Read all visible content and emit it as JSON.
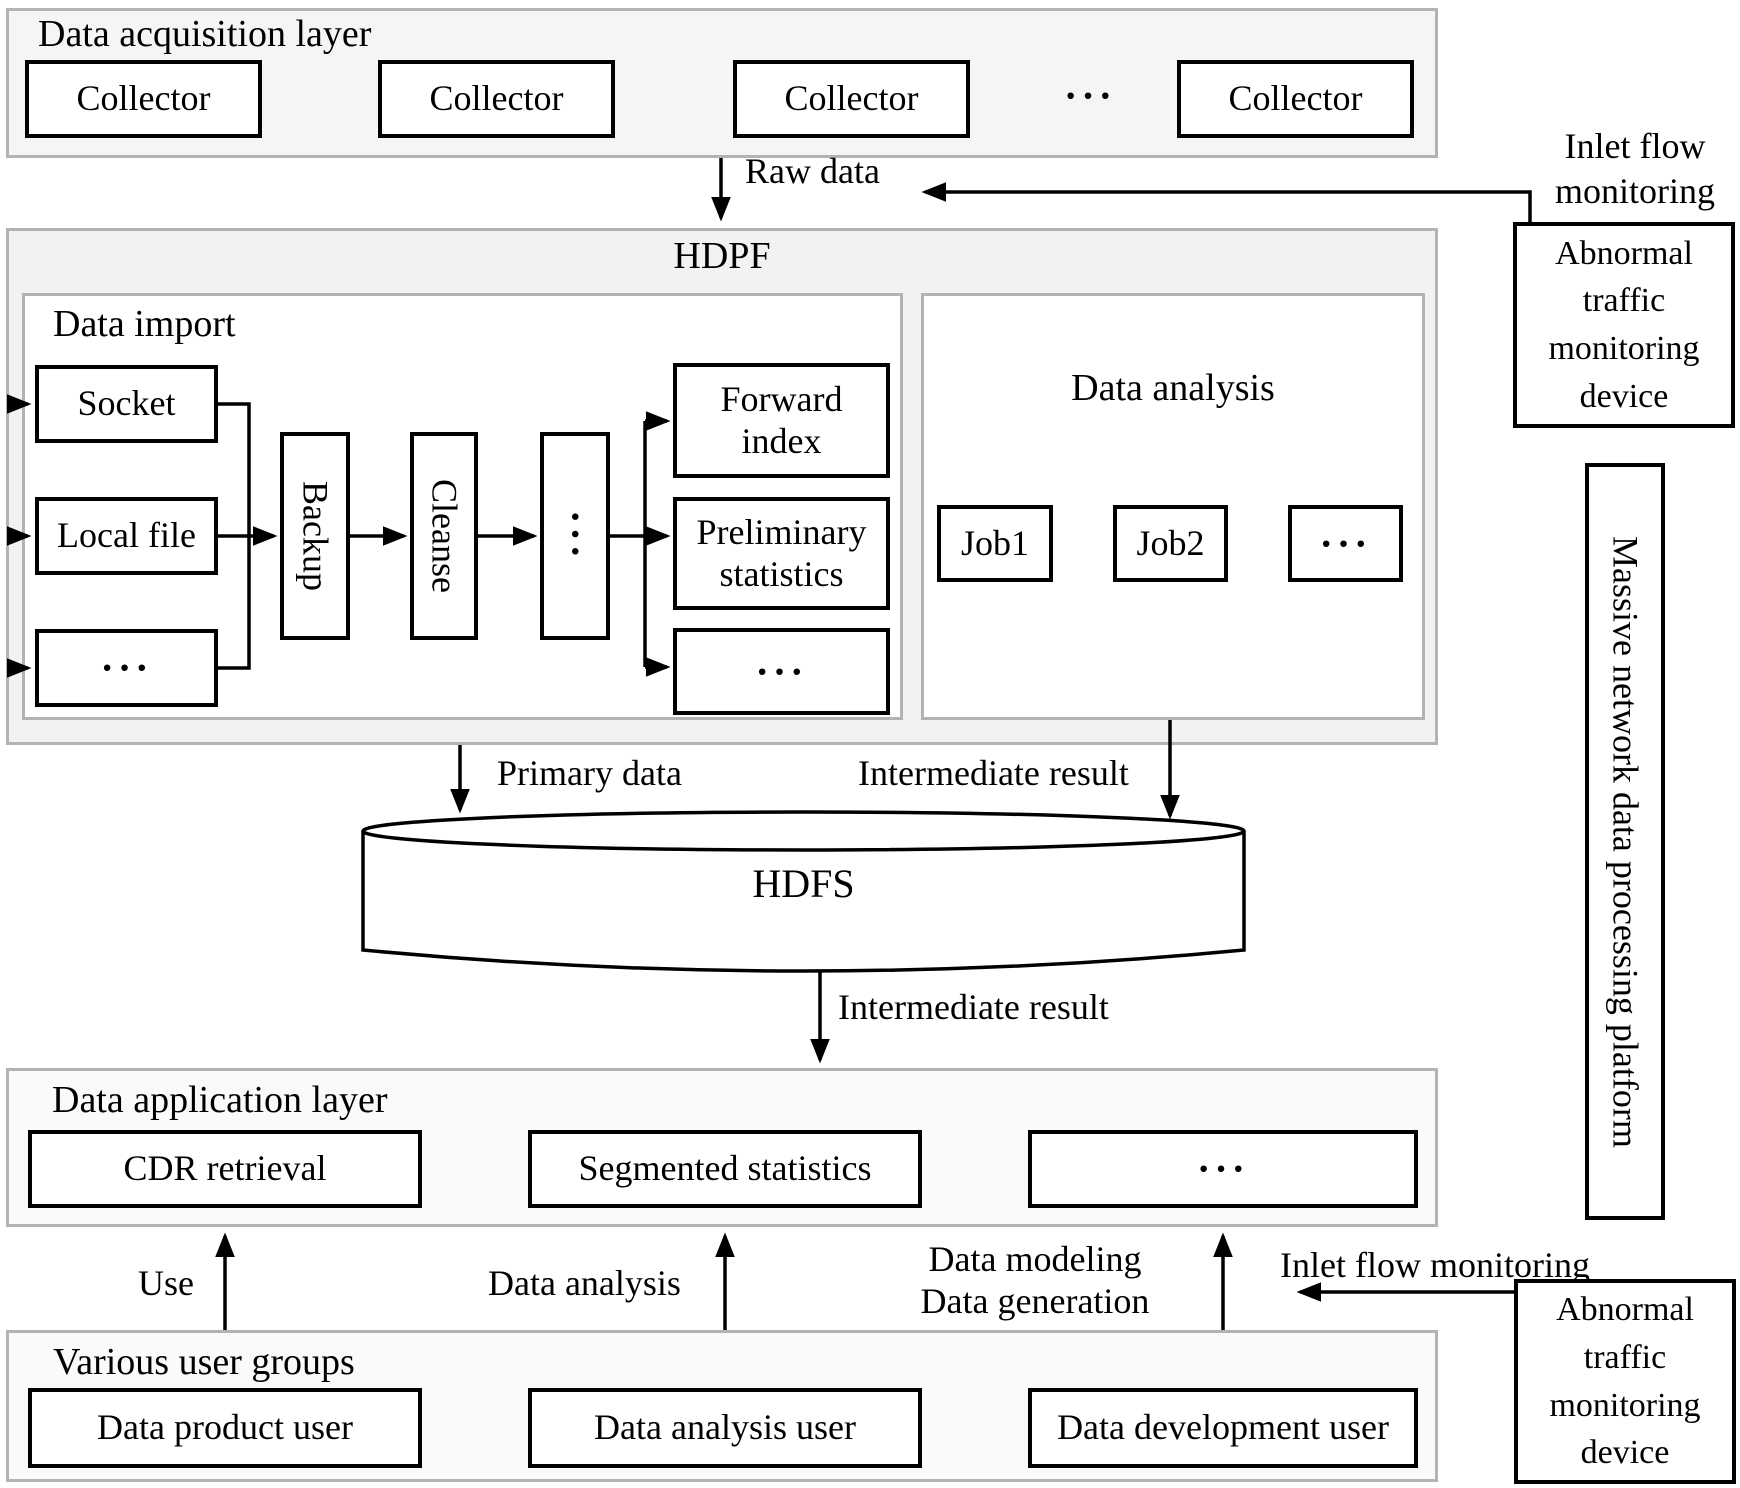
{
  "acquisition": {
    "title": "Data acquisition layer",
    "collectors": [
      "Collector",
      "Collector",
      "Collector",
      "Collector"
    ],
    "dots": "···"
  },
  "hdpf": {
    "title": "HDPF",
    "data_import": {
      "title": "Data import",
      "sources": [
        "Socket",
        "Local file",
        "···"
      ],
      "backup": "Backup",
      "cleanse": "Cleanse",
      "pipeline_dots": "···",
      "outputs": [
        "Forward index",
        "Preliminary statistics",
        "···"
      ]
    },
    "data_analysis": {
      "title": "Data analysis",
      "jobs": [
        "Job1",
        "Job2",
        "···"
      ]
    }
  },
  "hdfs": {
    "label": "HDFS"
  },
  "application": {
    "title": "Data application layer",
    "items": [
      "CDR retrieval",
      "Segmented statistics",
      "···"
    ]
  },
  "users": {
    "title": "Various user groups",
    "items": [
      "Data product user",
      "Data analysis user",
      "Data development user"
    ]
  },
  "monitoring": {
    "device_top": "Abnormal traffic monitoring device",
    "device_bottom": "Abnormal traffic monitoring device",
    "platform": "Massive network data processing platform",
    "inlet_flow_top": "Inlet flow monitoring",
    "inlet_flow_bottom": "Inlet flow monitoring"
  },
  "flows": {
    "raw_data": "Raw data",
    "primary_data": "Primary data",
    "intermediate_top": "Intermediate result",
    "intermediate_bottom": "Intermediate result",
    "use": "Use",
    "data_analysis": "Data analysis",
    "data_modeling": [
      "Data modeling",
      "Data generation"
    ]
  },
  "colors": {
    "box_border": "#000000",
    "container_border": "#b3b3b3",
    "container_fill": "#f5f5f5",
    "text": "#000000"
  }
}
